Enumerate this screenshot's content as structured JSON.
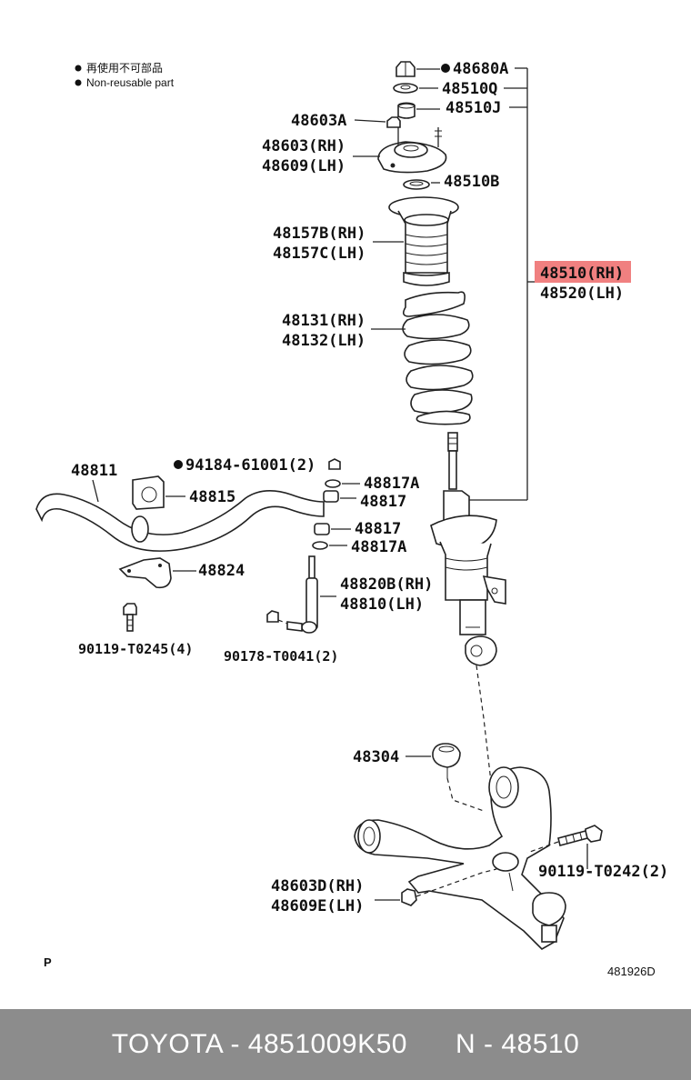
{
  "legend": {
    "jp": "再使用不可部品",
    "en": "Non-reusable part"
  },
  "labels": {
    "p48680A": "48680A",
    "p48510Q": "48510Q",
    "p48510J": "48510J",
    "p48603A": "48603A",
    "p48603RH": "48603(RH)",
    "p48609LH": "48609(LH)",
    "p48510B": "48510B",
    "p48157BRH": "48157B(RH)",
    "p48157CLH": "48157C(LH)",
    "p48510RH": "48510(RH)",
    "p48520LH": "48520(LH)",
    "p48131RH": "48131(RH)",
    "p48132LH": "48132(LH)",
    "p48811": "48811",
    "p94184": "94184-61001(2)",
    "p48817A_1": "48817A",
    "p48815": "48815",
    "p48817_1": "48817",
    "p48817_2": "48817",
    "p48817A_2": "48817A",
    "p48824": "48824",
    "p48820BRH": "48820B(RH)",
    "p48810LH": "48810(LH)",
    "p90119T0245": "90119-T0245(4)",
    "p90178T0041": "90178-T0041(2)",
    "p48304": "48304",
    "p90119T0242": "90119-T0242(2)",
    "p48603DRH": "48603D(RH)",
    "p48609ELH": "48609E(LH)",
    "corner_p": "P",
    "diagram_id": "481926D"
  },
  "highlight_color": "#f08080",
  "footer": {
    "brand_part": "TOYOTA - 4851009K50",
    "ref": "N - 48510",
    "background": "#8c8c8c"
  }
}
